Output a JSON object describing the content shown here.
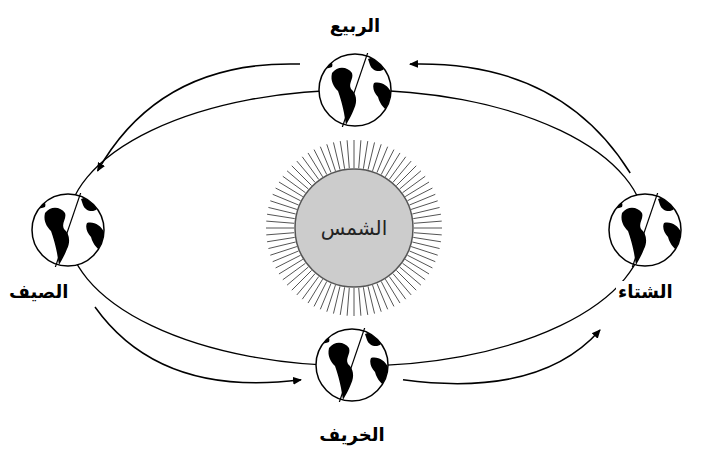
{
  "diagram": {
    "nodes": [
      {
        "text": [
          "الشمس"
        ]
      },
      {
        "text": [
          "الربيع"
        ]
      },
      {
        "text": [
          "الصيف"
        ]
      },
      {
        "text": [
          "الخريف"
        ]
      },
      {
        "text": [
          "الشتاء"
        ]
      }
    ],
    "edges": [
      {
        "from": 1,
        "to": 2,
        "arrow": "to"
      },
      {
        "from": 2,
        "to": 3,
        "arrow": "to"
      },
      {
        "from": 3,
        "to": 4,
        "arrow": "to"
      },
      {
        "from": 4,
        "to": 1,
        "arrow": "to"
      }
    ]
  }
}
